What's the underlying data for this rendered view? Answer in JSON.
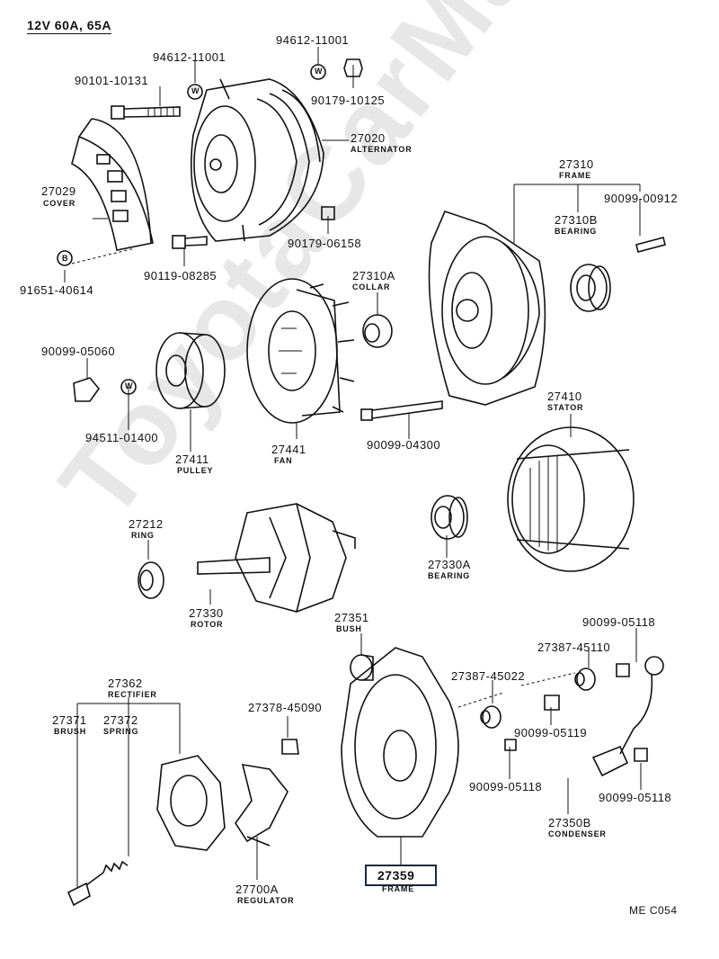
{
  "title": "12V 60A, 65A",
  "watermark": "ToyotaCarMan.ru",
  "footer_code": "ME C054",
  "highlight_part": "27359",
  "parts": [
    {
      "id": "cover",
      "number": "27029",
      "desc": "COVER"
    },
    {
      "id": "alternator",
      "number": "27020",
      "desc": "ALTERNATOR"
    },
    {
      "id": "frame-drive",
      "number": "27310",
      "desc": "FRAME"
    },
    {
      "id": "bearing-front",
      "number": "27310B",
      "desc": "BEARING"
    },
    {
      "id": "collar",
      "number": "27310A",
      "desc": "COLLAR"
    },
    {
      "id": "stator",
      "number": "27410",
      "desc": "STATOR"
    },
    {
      "id": "pulley",
      "number": "27411",
      "desc": "PULLEY"
    },
    {
      "id": "fan",
      "number": "27441",
      "desc": "FAN"
    },
    {
      "id": "ring",
      "number": "27212",
      "desc": "RING"
    },
    {
      "id": "rotor",
      "number": "27330",
      "desc": "ROTOR"
    },
    {
      "id": "bearing-rear",
      "number": "27330A",
      "desc": "BEARING"
    },
    {
      "id": "bush",
      "number": "27351",
      "desc": "BUSH"
    },
    {
      "id": "rectifier",
      "number": "27362",
      "desc": "RECTIFIER"
    },
    {
      "id": "brush",
      "number": "27371",
      "desc": "BRUSH"
    },
    {
      "id": "spring",
      "number": "27372",
      "desc": "SPRING"
    },
    {
      "id": "regulator",
      "number": "27700A",
      "desc": "REGULATOR"
    },
    {
      "id": "frame-rear",
      "number": "27359",
      "desc": "FRAME"
    },
    {
      "id": "condenser",
      "number": "27350B",
      "desc": "CONDENSER"
    }
  ],
  "hardware": [
    {
      "id": "washer-a",
      "number": "94612-11001"
    },
    {
      "id": "washer-b",
      "number": "94612-11001"
    },
    {
      "id": "bolt-long",
      "number": "90101-10131"
    },
    {
      "id": "nut-top",
      "number": "90179-10125"
    },
    {
      "id": "nut-mid",
      "number": "90179-06158"
    },
    {
      "id": "bolt-b",
      "number": "90119-08285"
    },
    {
      "id": "b-mark",
      "number": "91651-40614"
    },
    {
      "id": "screw-frame",
      "number": "90099-00912"
    },
    {
      "id": "nut-pulley",
      "number": "90099-05060"
    },
    {
      "id": "washer-pulley",
      "number": "94511-01400"
    },
    {
      "id": "through-bolt",
      "number": "90099-04300"
    },
    {
      "id": "nut-1",
      "number": "90099-05118"
    },
    {
      "id": "insulator-1",
      "number": "27387-45110"
    },
    {
      "id": "insulator-2",
      "number": "27387-45022"
    },
    {
      "id": "nut-2",
      "number": "90099-05119"
    },
    {
      "id": "nut-3",
      "number": "90099-05118"
    },
    {
      "id": "nut-4",
      "number": "90099-05118"
    },
    {
      "id": "cap",
      "number": "27378-45090"
    }
  ],
  "markers": {
    "washer": "W",
    "b": "B"
  }
}
